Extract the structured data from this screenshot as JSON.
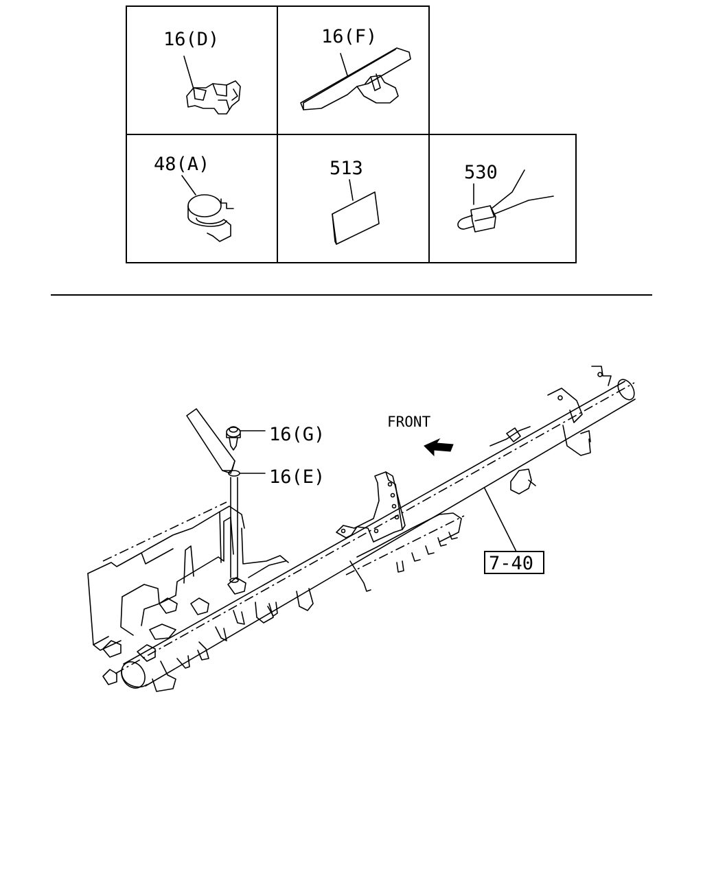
{
  "parts_table": [
    {
      "label": "16(D)"
    },
    {
      "label": "16(F)"
    },
    {
      "label": "48(A)"
    },
    {
      "label": "513"
    },
    {
      "label": "530"
    }
  ],
  "callouts": {
    "clip_g": "16(G)",
    "clip_e": "16(E)",
    "front": "FRONT",
    "ref_box": "7-40"
  }
}
